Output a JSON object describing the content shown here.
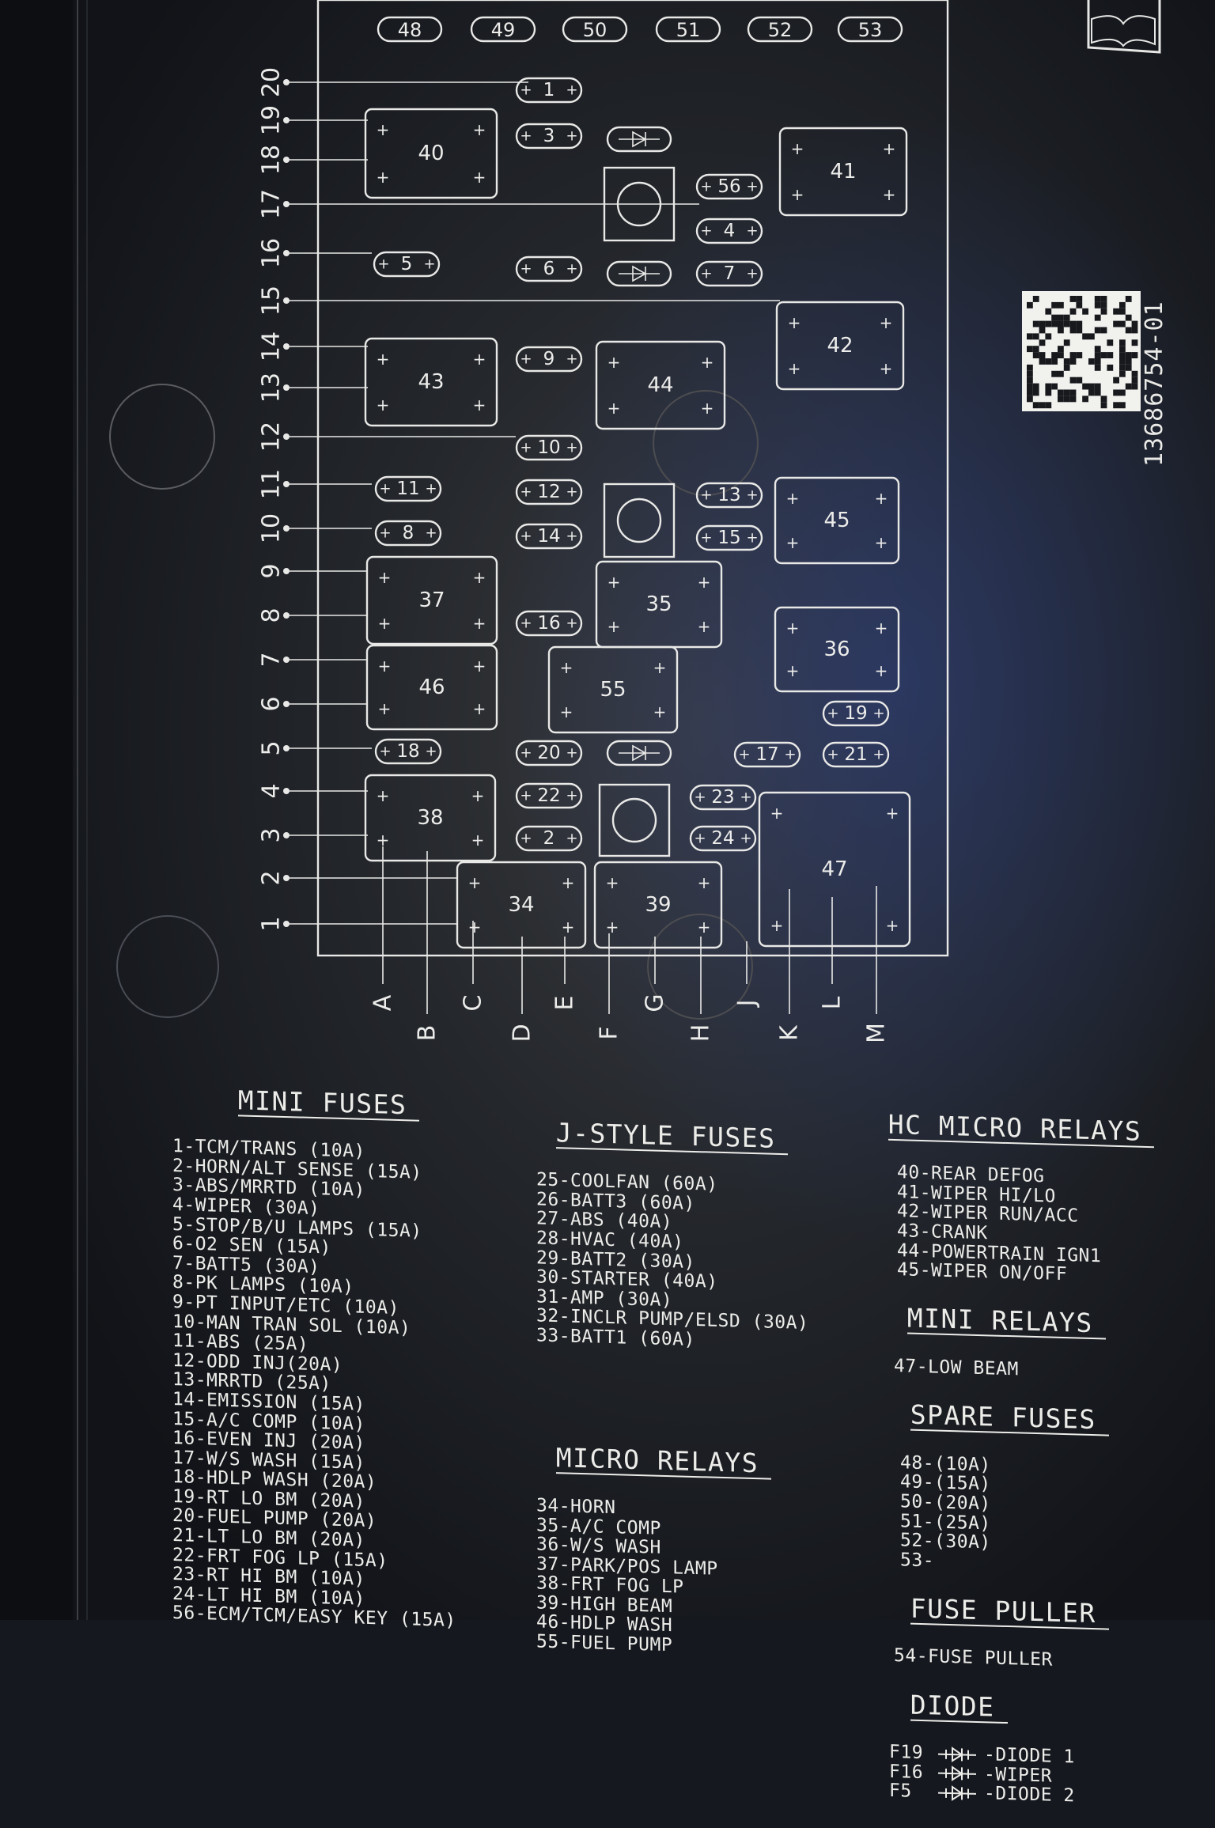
{
  "part_number": "13686754-01",
  "row_labels": [
    "20",
    "19",
    "18",
    "17",
    "16",
    "15",
    "14",
    "13",
    "12",
    "11",
    "10",
    "9",
    "8",
    "7",
    "6",
    "5",
    "4",
    "3",
    "2",
    "1"
  ],
  "column_labels": [
    "A",
    "B",
    "C",
    "D",
    "E",
    "F",
    "G",
    "H",
    "J",
    "K",
    "L",
    "M"
  ],
  "fuses": {
    "spare_top": [
      "48",
      "49",
      "50",
      "51",
      "52",
      "53"
    ],
    "small": [
      "1",
      "3",
      "56",
      "4",
      "5",
      "6",
      "7",
      "9",
      "10",
      "11",
      "12",
      "13",
      "8",
      "14",
      "15",
      "16",
      "19",
      "18",
      "20",
      "17",
      "21",
      "22",
      "23",
      "2",
      "24"
    ]
  },
  "relays": [
    "40",
    "41",
    "42",
    "43",
    "44",
    "45",
    "37",
    "35",
    "36",
    "46",
    "55",
    "38",
    "34",
    "39",
    "47"
  ],
  "mini_fuses": {
    "title": "MINI FUSES",
    "items": [
      "1-TCM/TRANS (10A)",
      "2-HORN/ALT SENSE (15A)",
      "3-ABS/MRRTD (10A)",
      "4-WIPER (30A)",
      "5-STOP/B/U LAMPS (15A)",
      "6-O2 SEN (15A)",
      "7-BATT5 (30A)",
      "8-PK LAMPS (10A)",
      "9-PT INPUT/ETC (10A)",
      "10-MAN TRAN SOL (10A)",
      "11-ABS (25A)",
      "12-ODD INJ(20A)",
      "13-MRRTD (25A)",
      "14-EMISSION (15A)",
      "15-A/C COMP (10A)",
      "16-EVEN INJ (20A)",
      "17-W/S WASH (15A)",
      "18-HDLP WASH (20A)",
      "19-RT LO BM (20A)",
      "20-FUEL PUMP (20A)",
      "21-LT LO BM (20A)",
      "22-FRT FOG LP (15A)",
      "23-RT HI BM (10A)",
      "24-LT HI BM (10A)",
      "56-ECM/TCM/EASY KEY (15A)"
    ]
  },
  "j_style_fuses": {
    "title": "J-STYLE FUSES",
    "items": [
      "25-COOLFAN (60A)",
      "26-BATT3 (60A)",
      "27-ABS (40A)",
      "28-HVAC (40A)",
      "29-BATT2 (30A)",
      "30-STARTER (40A)",
      "31-AMP (30A)",
      "32-INCLR PUMP/ELSD (30A)",
      "33-BATT1 (60A)"
    ]
  },
  "micro_relays": {
    "title": "MICRO RELAYS",
    "items": [
      "34-HORN",
      "35-A/C COMP",
      "36-W/S WASH",
      "37-PARK/POS LAMP",
      "38-FRT FOG LP",
      "39-HIGH BEAM",
      "46-HDLP WASH",
      "55-FUEL PUMP"
    ]
  },
  "hc_micro_relays": {
    "title": "HC MICRO RELAYS",
    "items": [
      "40-REAR DEFOG",
      "41-WIPER HI/LO",
      "42-WIPER RUN/ACC",
      "43-CRANK",
      "44-POWERTRAIN IGN1",
      "45-WIPER ON/OFF"
    ]
  },
  "mini_relays": {
    "title": "MINI RELAYS",
    "items": [
      "47-LOW BEAM"
    ]
  },
  "spare_fuses": {
    "title": "SPARE FUSES",
    "items": [
      "48-(10A)",
      "49-(15A)",
      "50-(20A)",
      "51-(25A)",
      "52-(30A)",
      "53-"
    ]
  },
  "fuse_puller": {
    "title": "FUSE PULLER",
    "items": [
      "54-FUSE PULLER"
    ]
  },
  "diode": {
    "title": "DIODE",
    "items": [
      {
        "ref": "F19",
        "label": "-DIODE 1"
      },
      {
        "ref": "F16",
        "label": "-WIPER"
      },
      {
        "ref": "F5",
        "label": "-DIODE 2"
      }
    ]
  }
}
